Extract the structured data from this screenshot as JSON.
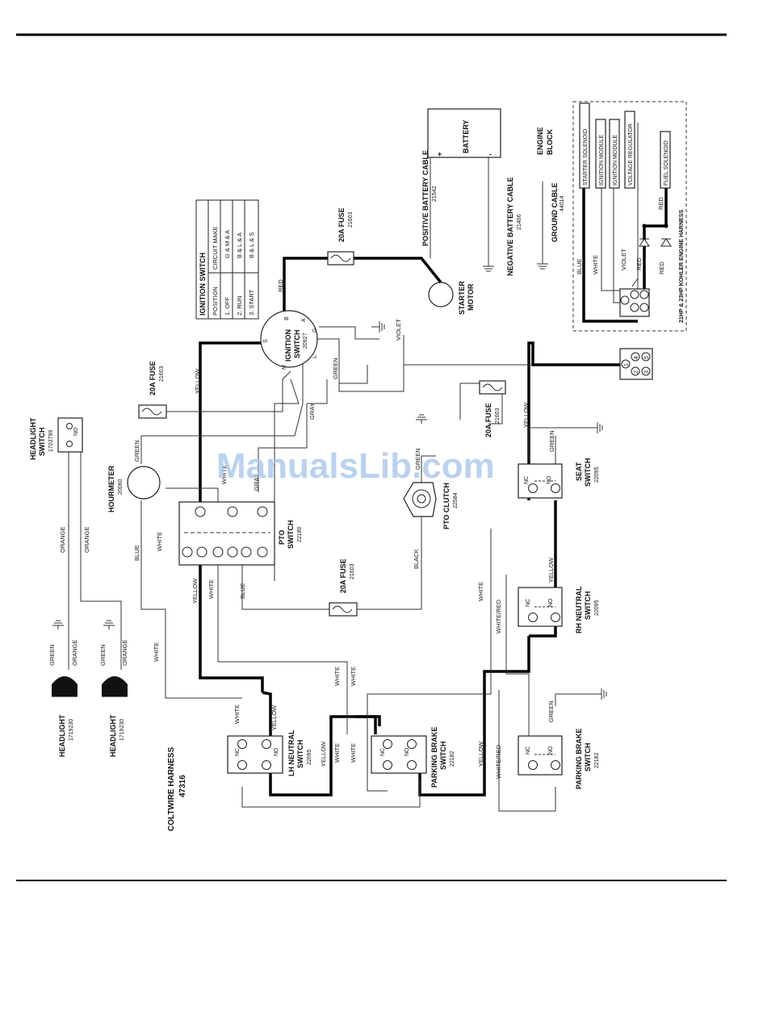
{
  "watermark": "ManualsLib.com",
  "harness": {
    "title": "COLTWIRE HARNESS",
    "part": "47316"
  },
  "ignition_table": {
    "title": "IGNITION SWITCH",
    "headers": [
      "POSITION",
      "CIRCUIT MAKE"
    ],
    "rows": [
      [
        "1. OFF",
        "G & M & A"
      ],
      [
        "2. RUN",
        "B & L & A"
      ],
      [
        "3. START",
        "B & L & S"
      ]
    ]
  },
  "components": {
    "battery": "BATTERY",
    "battery_plus": "+",
    "battery_minus": "-",
    "positive_cable": {
      "name": "POSITIVE BATTERY CABLE",
      "part": "21542"
    },
    "negative_cable": {
      "name": "NEGATIVE BATTERY CABLE",
      "part": "21406"
    },
    "starter": {
      "name1": "STARTER",
      "name2": "MOTOR"
    },
    "engine_block": {
      "name1": "ENGINE",
      "name2": "BLOCK"
    },
    "ground_cable": {
      "name": "GROUND CABLE",
      "part": "44014"
    },
    "ignition_switch": {
      "name1": "IGNITION",
      "name2": "SWITCH",
      "part": "20927"
    },
    "fuse_top": {
      "name": "20A FUSE",
      "part": "21603"
    },
    "fuse_left": {
      "name": "20A FUSE",
      "part": "21603"
    },
    "fuse_right": {
      "name": "20A FUSE",
      "part": "21603"
    },
    "fuse_bottom": {
      "name": "20A FUSE",
      "part": "21603"
    },
    "headlight_switch": {
      "name1": "HEADLIGHT",
      "name2": "SWITCH",
      "part": "1703799"
    },
    "hourmeter": {
      "name": "HOURMETER",
      "part": "20060"
    },
    "pto_switch": {
      "name1": "PTO",
      "name2": "SWITCH",
      "part": "22180"
    },
    "pto_clutch": {
      "name": "PTO CLUTCH",
      "part": "22584"
    },
    "seat_switch": {
      "name1": "SEAT",
      "name2": "SWITCH",
      "part": "22095"
    },
    "rh_neutral": {
      "name1": "RH NEUTRAL",
      "name2": "SWITCH",
      "part": "22095"
    },
    "lh_neutral": {
      "name1": "LH NEUTRAL",
      "name2": "SWITCH",
      "part": "22095"
    },
    "parking_brake_1": {
      "name1": "PARKING BRAKE",
      "name2": "SWITCH",
      "part": "22182"
    },
    "parking_brake_2": {
      "name1": "PARKING BRAKE",
      "name2": "SWITCH",
      "part": "22182"
    },
    "headlight_1": {
      "name": "HEADLIGHT",
      "part": "1719230"
    },
    "headlight_2": {
      "name": "HEADLIGHT",
      "part": "1719230"
    },
    "engine_harness": "21HP & 23HP KOHLER ENGINE HARNESS",
    "starter_solenoid": "STARTER SOLENOID",
    "ignition_module_1": "IGNITION MODULE",
    "ignition_module_2": "IGNITION MODULE",
    "voltage_regulator": "VOLTAGE REGULATOR",
    "fuel_solenoid": "FUEL SOLENOID"
  },
  "switch_terminals": {
    "nc": "NC",
    "no": "NO"
  },
  "ignition_terminals": {
    "b": "B",
    "a": "A",
    "g": "G",
    "s": "S",
    "m": "M",
    "l": "L"
  },
  "connector_pins": {
    "p1": "1",
    "p2": "2",
    "p3": "3",
    "p4": "4",
    "p5": "5",
    "p6": "6"
  },
  "wire_labels": {
    "red": "RED",
    "violet": "VIOLET",
    "yellow": "YELLOW",
    "green": "GREEN",
    "gray": "GRAY",
    "white": "WHITE",
    "blue": "BLUE",
    "orange": "ORANGE",
    "black": "BLACK",
    "white_red": "WHITE/RED"
  }
}
